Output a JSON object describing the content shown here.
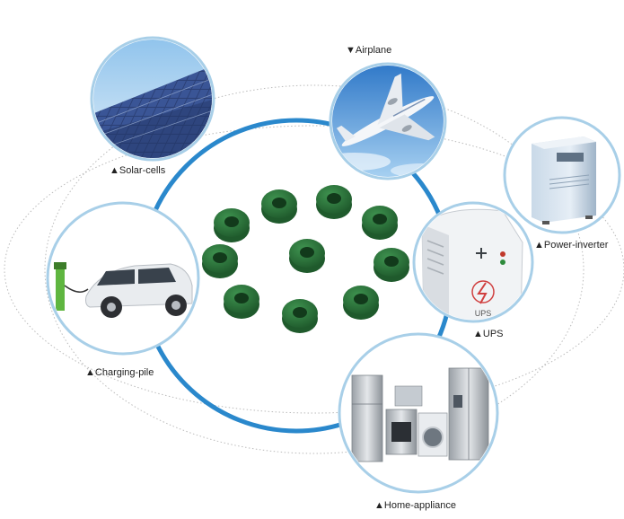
{
  "colors": {
    "ring": "#2a88cc",
    "bubble_border": "#a8cfe8",
    "dotted": "#bbbbbb",
    "core_dark": "#1f5a2c",
    "core_mid": "#2e7a3c",
    "core_light": "#3f9450"
  },
  "labels": {
    "solar": "▲Solar-cells",
    "airplane": "▼Airplane",
    "inverter": "▲Power-inverter",
    "ups": "▲UPS",
    "charging": "▲Charging-pile",
    "home": "▲Home-appliance"
  },
  "ups_panel_text": "UPS",
  "icons": {
    "solar": "solar-panel-photo",
    "airplane": "airplane-photo",
    "inverter": "power-inverter-photo",
    "ups": "ups-device-photo",
    "charging": "ev-charging-photo",
    "home": "home-appliances-photo",
    "cores": "toroid-core"
  }
}
